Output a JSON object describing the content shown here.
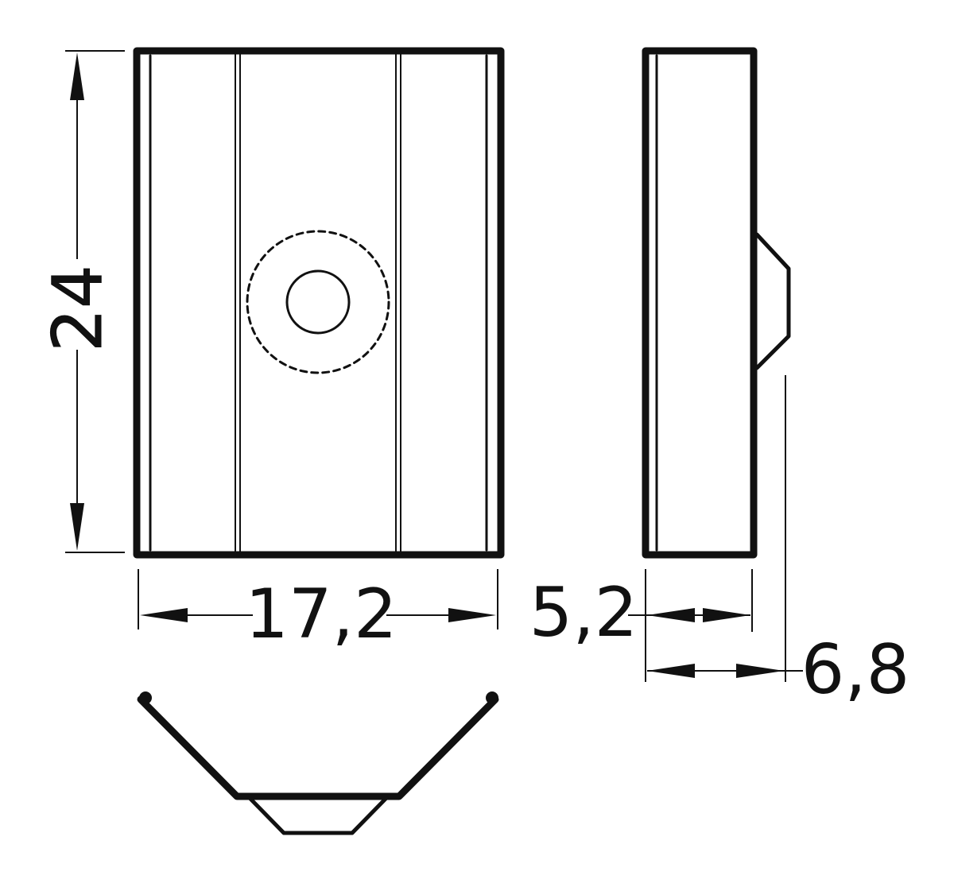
{
  "drawing": {
    "dimensions": {
      "height": "24",
      "width": "17,2",
      "side_thickness": "5,2",
      "side_total": "6,8"
    },
    "colors": {
      "line": "#111111",
      "background": "#ffffff"
    }
  }
}
